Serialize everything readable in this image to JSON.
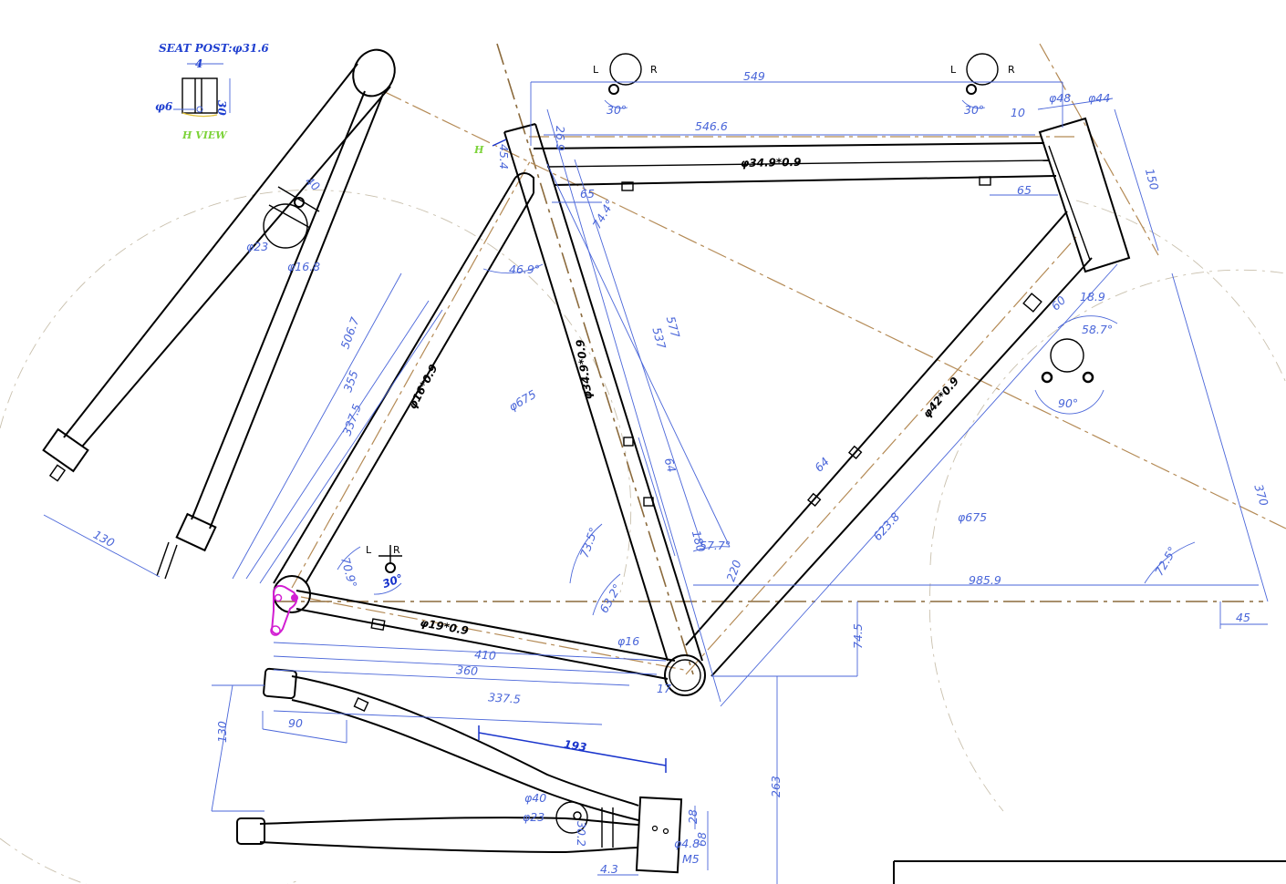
{
  "seat_post_view": {
    "title": "SEAT POST:φ31.6",
    "dim_4": "4",
    "dim_30": "30",
    "dim_phi6": "φ6",
    "view_label": "H VIEW"
  },
  "tube_specs": {
    "top_tube": "φ34.9*0.9",
    "seat_tube": "φ34.9*0.9",
    "down_tube": "φ42*0.9",
    "seat_stay": "φ16*0.9",
    "chain_stay": "φ19*0.9"
  },
  "dimensions": {
    "d549": "549",
    "d546_6": "546.6",
    "d48": "φ48",
    "d44": "φ44",
    "d10": "10",
    "d26_9": "26.9",
    "d45_4": "45.4",
    "d65a": "65",
    "d65b": "65",
    "d74_4": "74.4°",
    "d150": "150",
    "d60": "60",
    "d18_9": "18.9",
    "d58_7": "58.7°",
    "d90deg": "90°",
    "d577": "577",
    "d537": "537",
    "d46_9": "46.9°",
    "d64a": "64",
    "d64b": "64",
    "d506_7": "506.7",
    "d355": "355",
    "d337_5a": "337.5",
    "d675a": "φ675",
    "d675b": "φ675",
    "d623_8": "623.8",
    "d370": "370",
    "d985_9": "985.9",
    "d72_5": "72.5°",
    "d45": "45",
    "d180": "180",
    "d220": "220",
    "d57_7": "57.7°",
    "d73_5": "73.5°",
    "d63_2": "63.2°",
    "d70_9": "70.9°",
    "d30a": "30°",
    "d30b": "30°",
    "d30c": "30°",
    "d130a": "130",
    "d40": "40",
    "d23a": "φ23",
    "d16_8": "φ16.8",
    "d410": "410",
    "d360": "360",
    "d337_5b": "337.5",
    "d16": "φ16",
    "d17": "17",
    "d74_5": "74.5",
    "d263": "263",
    "d130b": "130",
    "d90": "90",
    "d193": "193",
    "d40b": "φ40",
    "d23b": "φ23",
    "d30_2": "30.2",
    "d4_3": "4.3",
    "d28": "28",
    "d4_8": "φ4.8",
    "d68": "68",
    "dM5": "M5",
    "dH": "H"
  },
  "markers": {
    "left": "L",
    "right": "R"
  },
  "colors": {
    "ink": "#000000",
    "dimension": "#4a66d9",
    "centerline": "#8b6a3c",
    "dropout": "#d21ed2"
  }
}
